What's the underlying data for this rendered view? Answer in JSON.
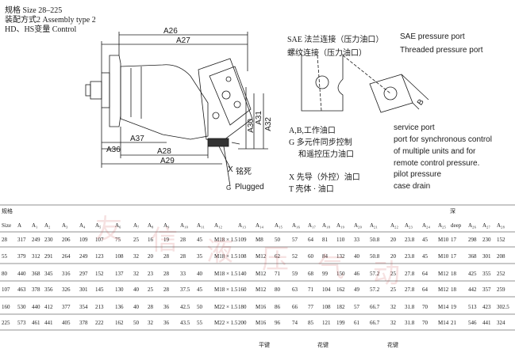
{
  "header": {
    "line1": "规格 Size 28–225",
    "line2": "装配方式2    Assembly type 2",
    "line3": "HD、HS变量 Control"
  },
  "drawing": {
    "dims": {
      "A26": "A26",
      "A27": "A27",
      "A30": "A30",
      "A31": "A31",
      "A32": "A32",
      "A36": "A36",
      "A37": "A37",
      "A28": "A28",
      "A29": "A29",
      "B": "B"
    },
    "legend_left": {
      "ab": "A,B,工作油口",
      "g_cn": "G  多元件同步控制",
      "g_cn2": "和遥控压力油口",
      "x": "X  先导（外控）油口",
      "t": "T  壳体 · 油口"
    },
    "legend_right": {
      "service": "service port",
      "sync1": "port for synchronous control",
      "sync2": "of multiple units and for",
      "sync3": "remote control pressure.",
      "pilot": "pilot pressure",
      "drain": "case drain"
    },
    "plugged_cn": "铭死",
    "plugged_en": "Plugged",
    "x_mark": "X",
    "g_mark": "G",
    "sae_cn": "SAE 法兰连接（压力油口）",
    "sae_en": "SAE pressure port",
    "thread_cn": "螺纹连接（压力油口）",
    "thread_en": "Threaded pressure port"
  },
  "watermark": [
    "友",
    "信",
    "液",
    "压",
    "气",
    "动"
  ],
  "table": {
    "size_cn": "规格",
    "deep_cn": "深",
    "headers": [
      "Size",
      "A",
      "A₁",
      "A₂",
      "A₃",
      "A₄",
      "A₅",
      "A₆",
      "A₇",
      "A₈",
      "A₉",
      "A₁₀",
      "A₁₁",
      "A₁₂",
      "A₁₃",
      "A₁₄",
      "A₁₅",
      "A₁₆",
      "A₁₇",
      "A₁₈",
      "A₁₉",
      "A₂₀",
      "A₂₁",
      "A₂₂",
      "A₂₃",
      "A₂₄",
      "A₂₅",
      "deep",
      "A₂₆",
      "A₂₇",
      "A₂₈"
    ],
    "rows": [
      [
        "28",
        "317",
        "249",
        "230",
        "206",
        "109",
        "107",
        "75",
        "25",
        "16",
        "19",
        "28",
        "45",
        "M18 × 1.5",
        "109",
        "M8",
        "50",
        "57",
        "64",
        "81",
        "110",
        "33",
        "50.8",
        "20",
        "23.8",
        "45",
        "M10",
        "17",
        "298",
        "230",
        "152"
      ],
      [
        "55",
        "379",
        "312",
        "291",
        "264",
        "249",
        "123",
        "108",
        "32",
        "20",
        "28",
        "28",
        "35",
        "M18 × 1.5",
        "108",
        "M12",
        "62",
        "52",
        "60",
        "84",
        "132",
        "40",
        "50.8",
        "20",
        "23.8",
        "45",
        "M10",
        "17",
        "368",
        "301",
        "208"
      ],
      [
        "80",
        "440",
        "368",
        "345",
        "316",
        "297",
        "152",
        "137",
        "32",
        "23",
        "28",
        "33",
        "40",
        "M18 × 1.5",
        "140",
        "M12",
        "71",
        "59",
        "68",
        "99",
        "150",
        "46",
        "57.2",
        "25",
        "27.8",
        "64",
        "M12",
        "18",
        "425",
        "355",
        "252"
      ],
      [
        "107",
        "463",
        "378",
        "356",
        "326",
        "301",
        "145",
        "130",
        "40",
        "25",
        "28",
        "37.5",
        "45",
        "M18 × 1.5",
        "160",
        "M12",
        "80",
        "63",
        "71",
        "104",
        "162",
        "49",
        "57.2",
        "25",
        "27.8",
        "64",
        "M12",
        "18",
        "442",
        "357",
        "259"
      ],
      [
        "160",
        "530",
        "440",
        "412",
        "377",
        "354",
        "213",
        "136",
        "40",
        "28",
        "36",
        "42.5",
        "50",
        "M22 × 1.5",
        "180",
        "M16",
        "86",
        "66",
        "77",
        "108",
        "182",
        "57",
        "66.7",
        "32",
        "31.8",
        "70",
        "M14",
        "19",
        "513",
        "423",
        "302.5"
      ],
      [
        "225",
        "573",
        "461",
        "441",
        "405",
        "378",
        "222",
        "162",
        "50",
        "32",
        "36",
        "43.5",
        "55",
        "M22 × 1.5",
        "200",
        "M16",
        "96",
        "74",
        "85",
        "121",
        "199",
        "61",
        "66.7",
        "32",
        "31.8",
        "70",
        "M14",
        "21",
        "546",
        "441",
        "324"
      ]
    ]
  },
  "footer": {
    "a": "平键",
    "b": "花键",
    "c": "花键"
  }
}
